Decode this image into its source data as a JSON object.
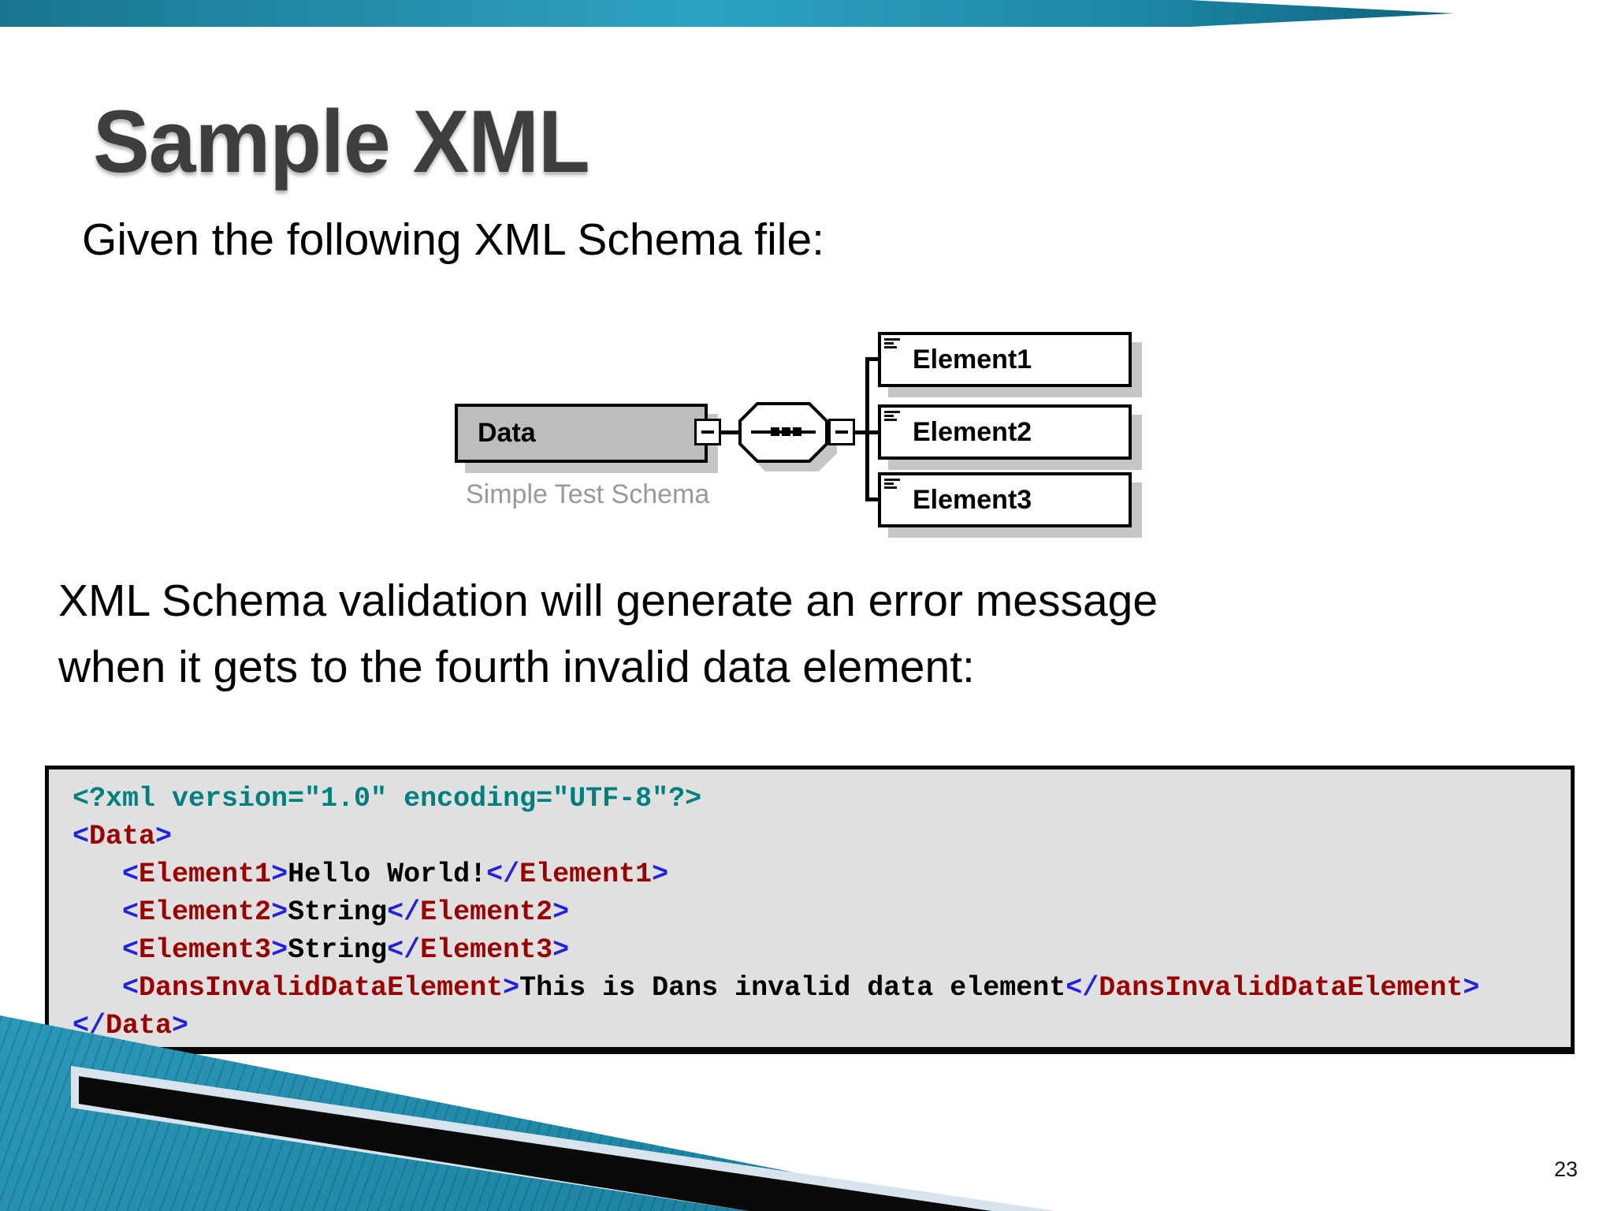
{
  "slide": {
    "title": "Sample XML",
    "subtitle": "Given the following XML Schema file:",
    "body_line1": "XML Schema validation will generate an error message",
    "body_line2": "when it gets to the fourth invalid data element:",
    "page_number": "23"
  },
  "diagram": {
    "data_box_label": "Data",
    "caption": "Simple Test Schema",
    "sequence_icon": "sequence-octagon-with-three-diamonds",
    "connector_icon": "dash-in-square",
    "elements": [
      {
        "label": "Element1"
      },
      {
        "label": "Element2"
      },
      {
        "label": "Element3"
      }
    ]
  },
  "code_block": {
    "colors": {
      "decl": "#007f7f",
      "tag": "#990000",
      "brk": "#2222dd",
      "txt": "#000000"
    },
    "lines": [
      {
        "tokens": [
          {
            "c": "decl",
            "t": "<?xml version=\"1.0\" encoding=\"UTF-8\"?>"
          }
        ]
      },
      {
        "tokens": [
          {
            "c": "brk",
            "t": "<"
          },
          {
            "c": "tag",
            "t": "Data"
          },
          {
            "c": "brk",
            "t": ">"
          }
        ]
      },
      {
        "tokens": [
          {
            "c": "txt",
            "t": "   "
          },
          {
            "c": "brk",
            "t": "<"
          },
          {
            "c": "tag",
            "t": "Element1"
          },
          {
            "c": "brk",
            "t": ">"
          },
          {
            "c": "txt",
            "t": "Hello World!"
          },
          {
            "c": "brk",
            "t": "</"
          },
          {
            "c": "tag",
            "t": "Element1"
          },
          {
            "c": "brk",
            "t": ">"
          }
        ]
      },
      {
        "tokens": [
          {
            "c": "txt",
            "t": "   "
          },
          {
            "c": "brk",
            "t": "<"
          },
          {
            "c": "tag",
            "t": "Element2"
          },
          {
            "c": "brk",
            "t": ">"
          },
          {
            "c": "txt",
            "t": "String"
          },
          {
            "c": "brk",
            "t": "</"
          },
          {
            "c": "tag",
            "t": "Element2"
          },
          {
            "c": "brk",
            "t": ">"
          }
        ]
      },
      {
        "tokens": [
          {
            "c": "txt",
            "t": "   "
          },
          {
            "c": "brk",
            "t": "<"
          },
          {
            "c": "tag",
            "t": "Element3"
          },
          {
            "c": "brk",
            "t": ">"
          },
          {
            "c": "txt",
            "t": "String"
          },
          {
            "c": "brk",
            "t": "</"
          },
          {
            "c": "tag",
            "t": "Element3"
          },
          {
            "c": "brk",
            "t": ">"
          }
        ]
      },
      {
        "tokens": [
          {
            "c": "txt",
            "t": "   "
          },
          {
            "c": "brk",
            "t": "<"
          },
          {
            "c": "tag",
            "t": "DansInvalidDataElement"
          },
          {
            "c": "brk",
            "t": ">"
          },
          {
            "c": "txt",
            "t": "This is Dans invalid data element"
          },
          {
            "c": "brk",
            "t": "</"
          },
          {
            "c": "tag",
            "t": "DansInvalidDataElement"
          },
          {
            "c": "brk",
            "t": ">"
          }
        ]
      },
      {
        "tokens": [
          {
            "c": "brk",
            "t": "</"
          },
          {
            "c": "tag",
            "t": "Data"
          },
          {
            "c": "brk",
            "t": ">"
          }
        ]
      }
    ]
  },
  "decor": {
    "top_bar_gradient": [
      "#19758f",
      "#2ea2c2",
      "#0d637e"
    ],
    "teal_wedge": "#2d9ab9",
    "pale_wedge": "#d8e4ed",
    "black_band": "#0a0a0a",
    "page_background": "#ffffff",
    "code_background": "#e0e0e0",
    "title_color": "#3e3e3e"
  }
}
